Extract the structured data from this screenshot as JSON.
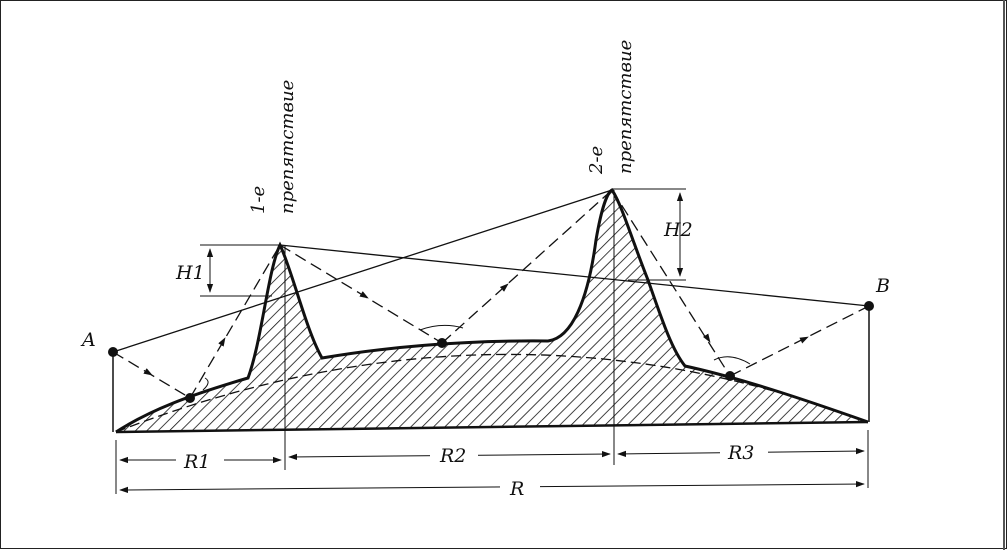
{
  "labels": {
    "point_a": "A",
    "point_b": "B",
    "h1": "H1",
    "h2": "H2",
    "r1": "R1",
    "r2": "R2",
    "r3": "R3",
    "r": "R",
    "obstacle1_line1": "1-е",
    "obstacle1_line2": "препятствие",
    "obstacle2_line1": "2-е",
    "obstacle2_line2": "препятствие"
  },
  "colors": {
    "ink": "#111111",
    "background": "#ffffff",
    "frame": "#222222"
  }
}
